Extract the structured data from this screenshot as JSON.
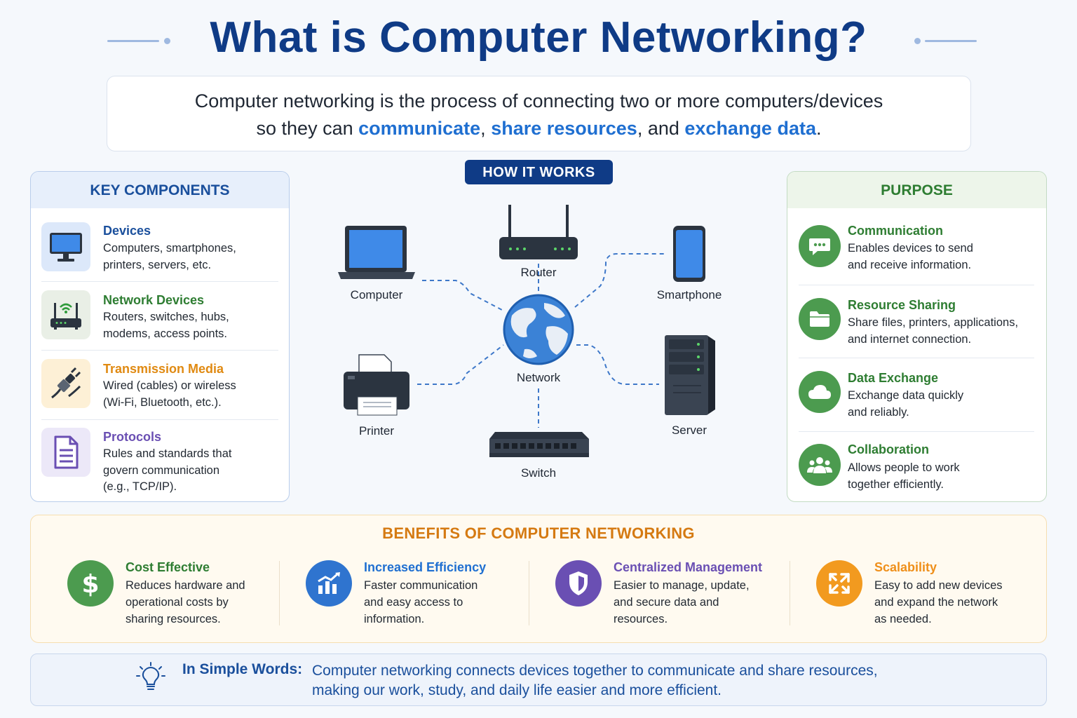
{
  "title": "What is Computer Networking?",
  "intro": {
    "line1": "Computer networking is the process of connecting two or more computers/devices",
    "line2_prefix": "so they can ",
    "hl1": "communicate",
    "sep1": ", ",
    "hl2": "share resources",
    "sep2": ", and ",
    "hl3": "exchange data",
    "end": "."
  },
  "key_components": {
    "heading": "KEY COMPONENTS",
    "items": [
      {
        "title": "Devices",
        "desc1": "Computers, smartphones,",
        "desc2": "printers, servers, etc.",
        "desc3": "",
        "color": "#1a4f9c",
        "icon": "monitor-icon"
      },
      {
        "title": "Network Devices",
        "desc1": "Routers, switches, hubs,",
        "desc2": "modems, access points.",
        "desc3": "",
        "color": "#2e7d32",
        "icon": "router-icon"
      },
      {
        "title": "Transmission Media",
        "desc1": "Wired (cables) or wireless",
        "desc2": "(Wi-Fi, Bluetooth, etc.).",
        "desc3": "",
        "color": "#e08a12",
        "icon": "cable-plug-icon"
      },
      {
        "title": "Protocols",
        "desc1": "Rules and standards that",
        "desc2": "govern communication",
        "desc3": "(e.g., TCP/IP).",
        "color": "#6a4fb3",
        "icon": "document-icon"
      }
    ]
  },
  "how_it_works": {
    "badge": "HOW IT WORKS",
    "nodes": {
      "router": "Router",
      "computer": "Computer",
      "smartphone": "Smartphone",
      "network": "Network",
      "printer": "Printer",
      "server": "Server",
      "switch": "Switch"
    }
  },
  "purpose": {
    "heading": "PURPOSE",
    "items": [
      {
        "title": "Communication",
        "desc1": "Enables devices to send",
        "desc2": "and receive information.",
        "icon": "chat-icon"
      },
      {
        "title": "Resource Sharing",
        "desc1": "Share files, printers, applications,",
        "desc2": "and internet connection.",
        "icon": "folder-icon"
      },
      {
        "title": "Data Exchange",
        "desc1": "Exchange data quickly",
        "desc2": "and reliably.",
        "icon": "cloud-icon"
      },
      {
        "title": "Collaboration",
        "desc1": "Allows people to work",
        "desc2": "together efficiently.",
        "icon": "people-icon"
      }
    ]
  },
  "benefits": {
    "heading": "BENEFITS OF COMPUTER NETWORKING",
    "items": [
      {
        "title": "Cost Effective",
        "desc1": "Reduces hardware and",
        "desc2": "operational costs by",
        "desc3": "sharing resources.",
        "color": "#2e7d32",
        "icon": "dollar-icon"
      },
      {
        "title": "Increased Efficiency",
        "desc1": "Faster communication",
        "desc2": "and easy access to",
        "desc3": "information.",
        "color": "#1f6fd1",
        "icon": "chart-up-icon"
      },
      {
        "title": "Centralized Management",
        "desc1": "Easier to manage, update,",
        "desc2": "and secure data and",
        "desc3": "resources.",
        "color": "#6a4fb3",
        "icon": "shield-icon"
      },
      {
        "title": "Scalability",
        "desc1": "Easy to add new devices",
        "desc2": "and expand the network",
        "desc3": "as needed.",
        "color": "#ef8f1a",
        "icon": "expand-arrows-icon"
      }
    ]
  },
  "simple_words": {
    "label": "In Simple Words:",
    "line1": "Computer networking connects devices together to communicate and share resources,",
    "line2": "making our work, study, and daily life easier and more efficient.",
    "icon": "lightbulb-icon"
  }
}
